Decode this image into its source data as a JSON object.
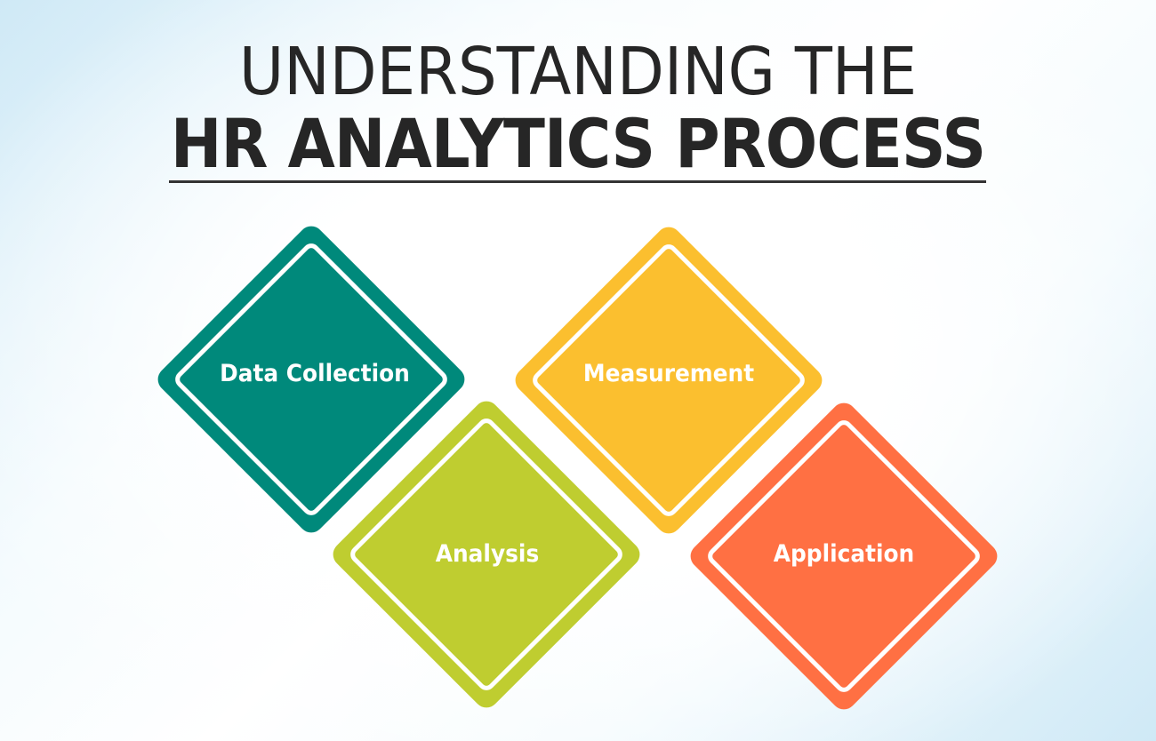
{
  "title": {
    "line1": "UNDERSTANDING THE",
    "line2": "HR ANALYTICS PROCESS"
  },
  "steps": [
    {
      "label": "Data Collection",
      "color": "#00897b",
      "order": 1
    },
    {
      "label": "Analysis",
      "color": "#bfcd30",
      "order": 2
    },
    {
      "label": "Measurement",
      "color": "#fbbf2f",
      "order": 3
    },
    {
      "label": "Application",
      "color": "#ff7043",
      "order": 4
    }
  ],
  "colors": {
    "title_text": "#262626",
    "underline": "#333333",
    "background_tint": "#cfe9f6",
    "diamond_border": "#ffffff"
  }
}
